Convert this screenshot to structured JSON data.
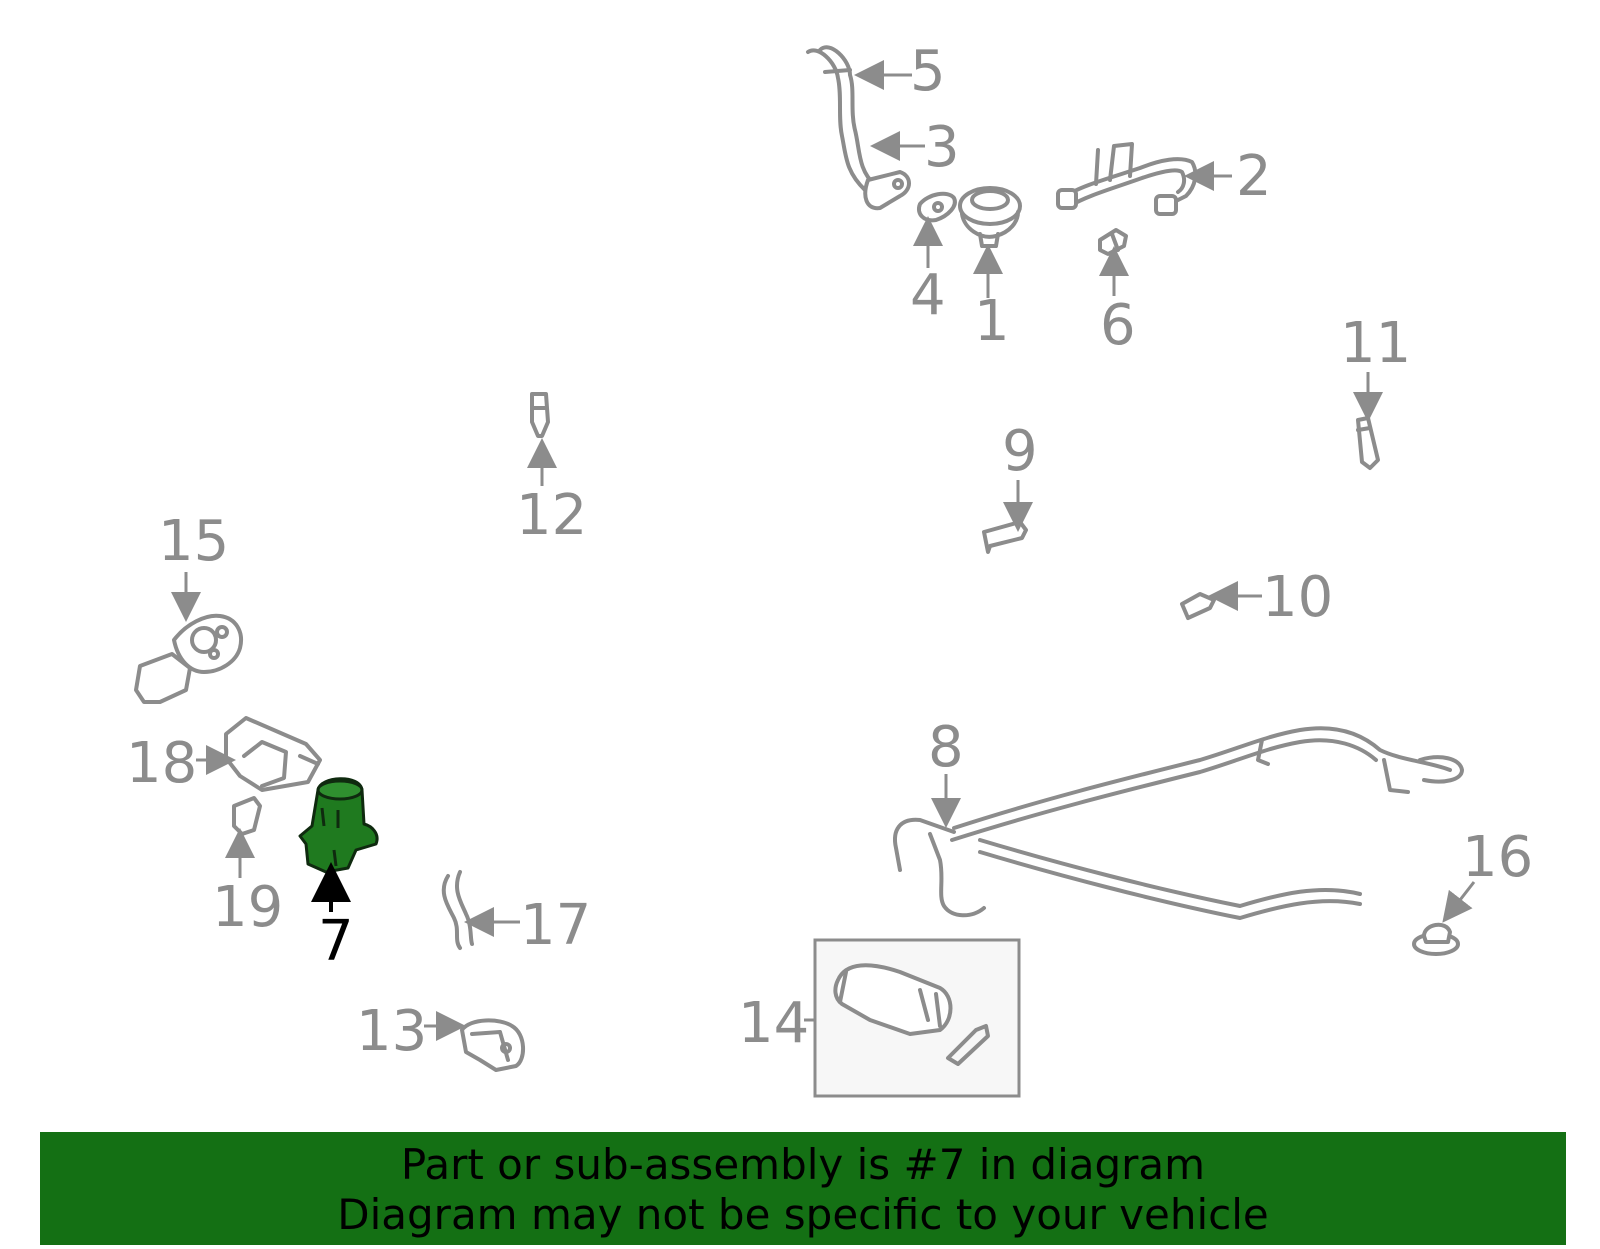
{
  "colors": {
    "part_stroke": "#8c8c8c",
    "highlight_fill": "#1f7a1f",
    "banner_bg": "#147014",
    "inset_bg": "#f7f7f7"
  },
  "callouts": {
    "c1": "1",
    "c2": "2",
    "c3": "3",
    "c4": "4",
    "c5": "5",
    "c6": "6",
    "c7": "7",
    "c8": "8",
    "c9": "9",
    "c10": "10",
    "c11": "11",
    "c12": "12",
    "c13": "13",
    "c14": "14",
    "c15": "15",
    "c16": "16",
    "c17": "17",
    "c18": "18",
    "c19": "19"
  },
  "highlighted_part": "7",
  "banner": {
    "line1": "Part or sub-assembly is #7 in diagram",
    "line2": "Diagram may not be specific to your vehicle"
  }
}
